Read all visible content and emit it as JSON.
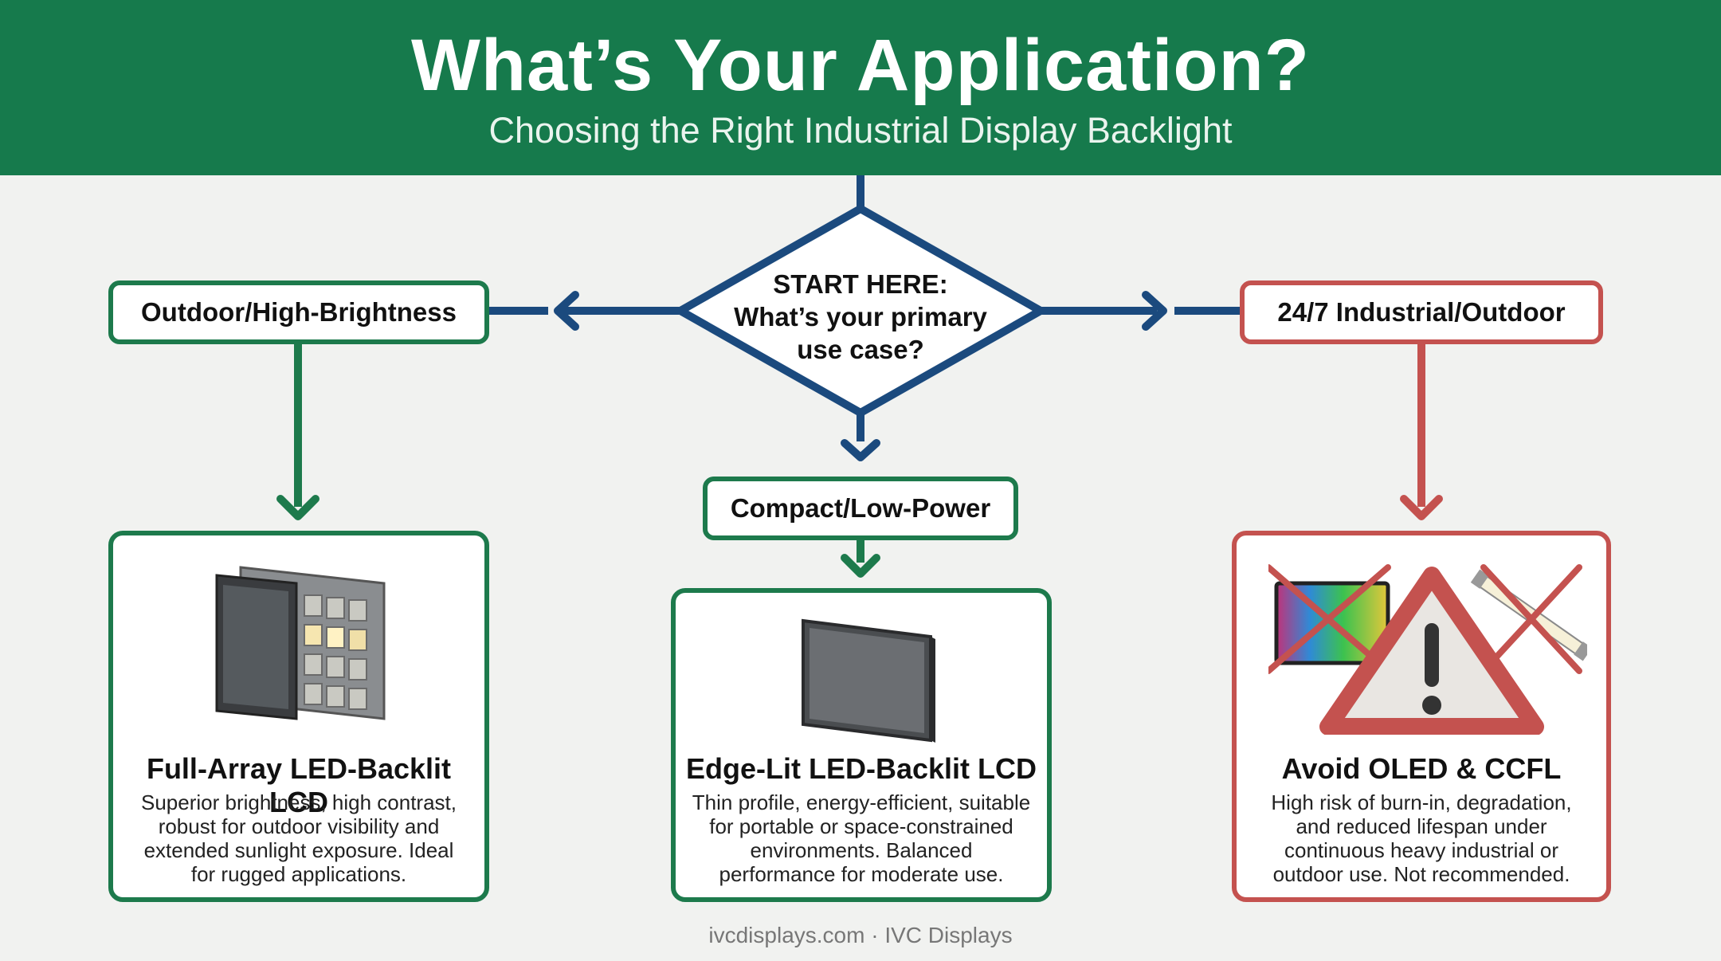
{
  "header": {
    "title": "What’s Your Application?",
    "subtitle": "Choosing the Right Industrial Display Backlight"
  },
  "start": {
    "line1": "START HERE:",
    "line2": "What’s your primary",
    "line3": "use case?"
  },
  "branches": {
    "left": "Outdoor/High-Brightness",
    "center": "Compact/Low-Power",
    "right": "24/7 Industrial/Outdoor"
  },
  "cards": [
    {
      "title": "Full-Array LED-Backlit LCD",
      "description": "Superior brightness, high contrast, robust for outdoor visibility and extended sunlight exposure. Ideal for rugged applications.",
      "icon": "full-array-led-panel-icon"
    },
    {
      "title": "Edge-Lit LED-Backlit LCD",
      "description": "Thin profile, energy-efficient, suitable for portable or space-constrained environments. Balanced performance for moderate use.",
      "icon": "thin-monitor-icon"
    },
    {
      "title": "Avoid OLED & CCFL",
      "description": "High risk of burn-in, degradation, and reduced lifespan under continuous heavy industrial or outdoor use. Not recommended.",
      "icon": "warning-icon"
    }
  ],
  "colors": {
    "green": "#1d7a4c",
    "blue": "#1b4a7e",
    "red": "#c4524f"
  },
  "footer": "ivcdisplays.com · IVC Displays"
}
